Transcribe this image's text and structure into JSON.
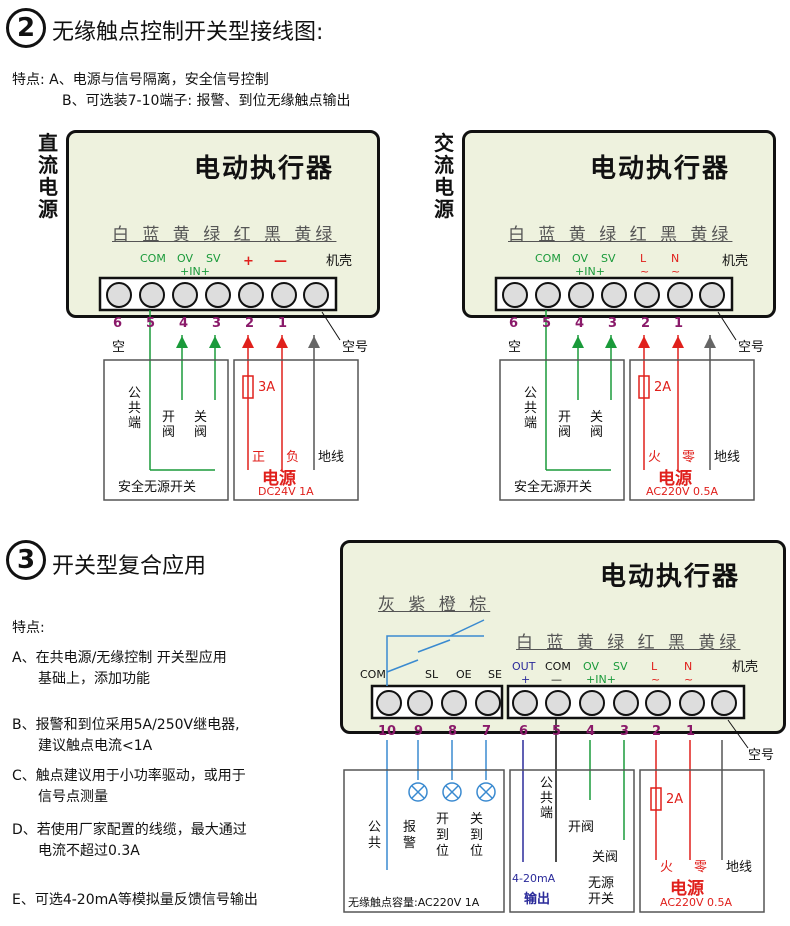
{
  "section2": {
    "number": "2",
    "title": "无缘触点控制开关型接线图:",
    "features": [
      "特点: A、电源与信号隔离，安全信号控制",
      "B、可选装7-10端子: 报警、到位无缘触点输出"
    ]
  },
  "dc_panel": {
    "side_label": "直流电源",
    "box_title": "电动执行器",
    "wire_colors": "白 蓝 黄 绿 红 黑 黄绿",
    "terminal_labels": {
      "com": "COM",
      "ov": "OV",
      "sv": "SV",
      "in": "+IN+",
      "plus": "+",
      "minus": "—",
      "chassis": "机壳"
    },
    "numbers": [
      "6",
      "5",
      "4",
      "3",
      "2",
      "1"
    ],
    "empty": "空",
    "empty_no": "空号",
    "common_label": "公共端",
    "open_label": "开阀",
    "close_label": "关阀",
    "switch_caption": "安全无源开关",
    "fuse": "3A",
    "pos": "正",
    "neg": "负",
    "ground": "地线",
    "power_label": "电源",
    "power_spec": "DC24V 1A"
  },
  "ac_panel": {
    "side_label": "交流电源",
    "box_title": "电动执行器",
    "wire_colors": "白 蓝 黄 绿 红 黑 黄绿",
    "terminal_labels": {
      "com": "COM",
      "ov": "OV",
      "sv": "SV",
      "in": "+IN+",
      "l": "L",
      "n": "N",
      "tilde": "~",
      "chassis": "机壳"
    },
    "numbers": [
      "6",
      "5",
      "4",
      "3",
      "2",
      "1"
    ],
    "empty": "空",
    "empty_no": "空号",
    "common_label": "公共端",
    "open_label": "开阀",
    "close_label": "关阀",
    "switch_caption": "安全无源开关",
    "fuse": "2A",
    "live": "火",
    "neutral": "零",
    "ground": "地线",
    "power_label": "电源",
    "power_spec": "AC220V 0.5A"
  },
  "section3": {
    "number": "3",
    "title": "开关型复合应用",
    "features_title": "特点:",
    "features": [
      "A、在共电源/无缘控制 开关型应用",
      "基础上，添加功能",
      "B、报警和到位采用5A/250V继电器,",
      "建议触点电流<1A",
      "C、触点建议用于小功率驱动，或用于",
      "信号点测量",
      "D、若使用厂家配置的线缆，最大通过",
      "电流不超过0.3A",
      "E、可选4-20mA等模拟量反馈信号输出"
    ]
  },
  "composite_panel": {
    "box_title": "电动执行器",
    "wire_colors_left": "灰 紫 橙 棕",
    "wire_colors_right": "白 蓝 黄 绿 红 黑 黄绿",
    "terminal_labels": {
      "com": "COM",
      "sl": "SL",
      "oe": "OE",
      "se": "SE",
      "out": "OUT",
      "plus": "+",
      "com2": "COM",
      "minus": "—",
      "ov": "OV",
      "sv": "SV",
      "in": "+IN+",
      "l": "L",
      "n": "N",
      "tilde": "~",
      "chassis": "机壳"
    },
    "numbers": [
      "10",
      "9",
      "8",
      "7",
      "6",
      "5",
      "4",
      "3",
      "2",
      "1"
    ],
    "empty_no": "空号",
    "relay_labels": [
      "公共",
      "报警",
      "开到位",
      "关到位"
    ],
    "relay_caption": "无缘触点容量:AC220V 1A",
    "analog_out": "4-20mA",
    "analog_label": "输出",
    "common_label": "公共端",
    "open_label": "开阀",
    "close_label": "关阀",
    "passive_switch": "无源开关",
    "fuse": "2A",
    "live": "火",
    "neutral": "零",
    "ground": "地线",
    "power_label": "电源",
    "power_spec": "AC220V 0.5A"
  }
}
